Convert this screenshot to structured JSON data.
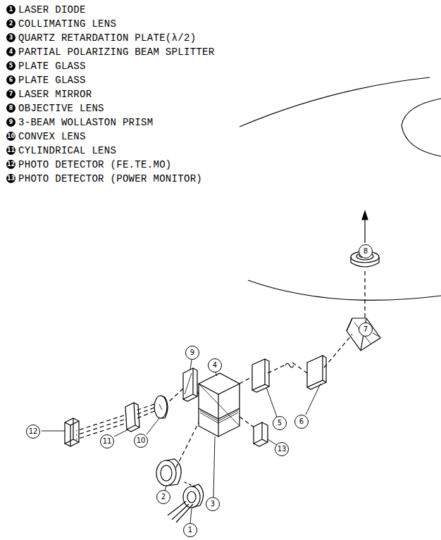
{
  "diagram": {
    "labels": [
      "1",
      "LASER DIODE",
      "2",
      "COLLIMATING LENS",
      "3",
      "QUARTZ RETARDATION PLATE(λ/2)",
      "4",
      "PARTIAL POLARIZING BEAM SPLITTER",
      "5",
      "PLATE GLASS",
      "6",
      "PLATE GLASS",
      "7",
      "LASER MIRROR",
      "8",
      "OBJECTIVE LENS",
      "9",
      "3-BEAM WOLLASTON PRISM",
      "10",
      "CONVEX LENS",
      "11",
      "CYLINDRICAL LENS",
      "12",
      "PHOTO DETECTOR (FE.TE.MO)",
      "13",
      "PHOTO DETECTOR (POWER MONITOR)",
      "1",
      "2",
      "3",
      "4",
      "5",
      "6",
      "7",
      "8",
      "9",
      "10",
      "11",
      "12",
      "13"
    ]
  }
}
